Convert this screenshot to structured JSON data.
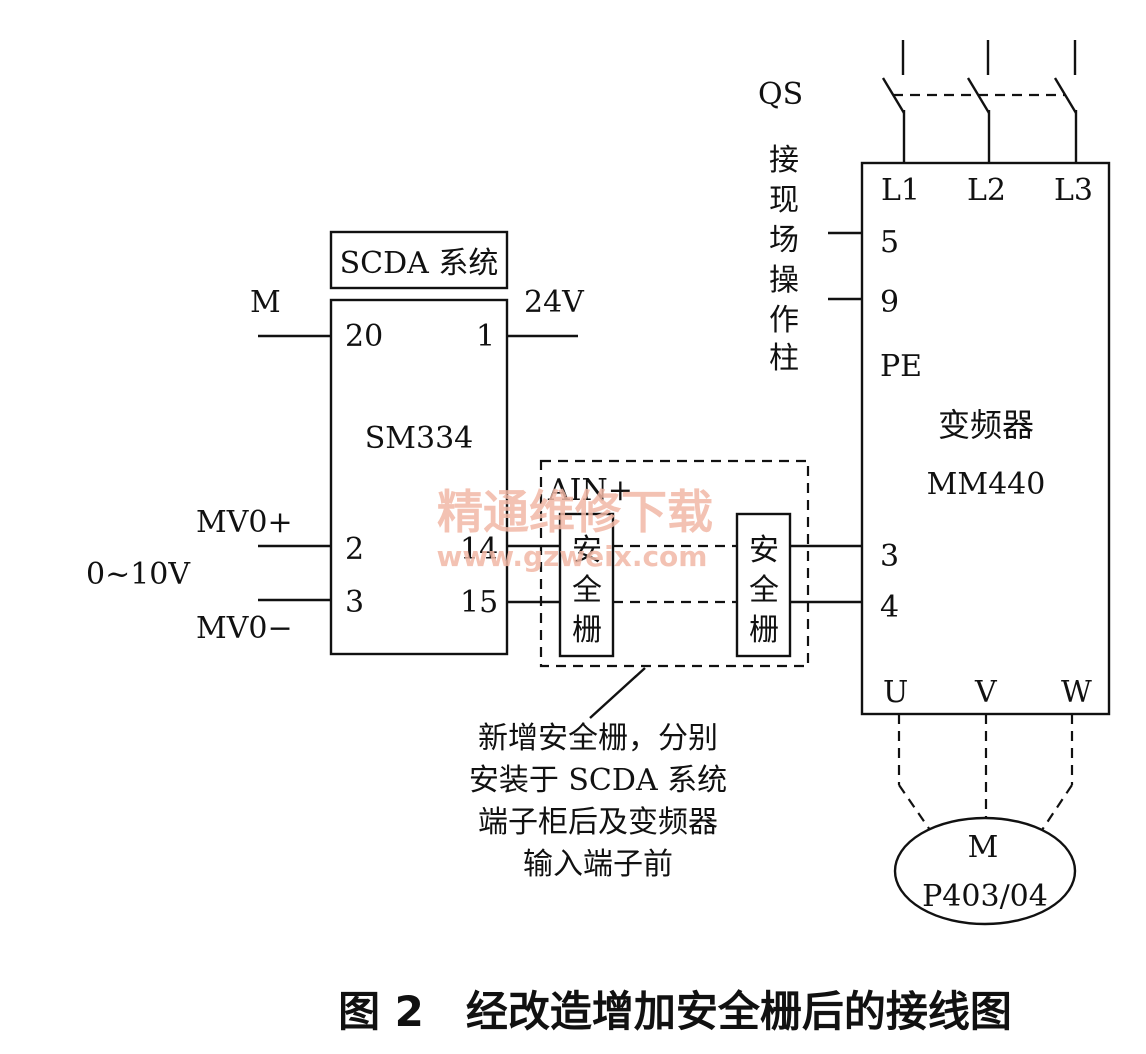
{
  "switch": {
    "label": "QS"
  },
  "site_column": {
    "chars": [
      "接",
      "现",
      "场",
      "操",
      "作",
      "柱"
    ]
  },
  "scada_box": {
    "label": "SCDA 系统"
  },
  "sm334": {
    "name": "SM334",
    "pin_20": "20",
    "pin_1": "1",
    "pin_2": "2",
    "pin_3": "3",
    "pin_14": "14",
    "pin_15": "15"
  },
  "signals": {
    "m": "M",
    "v24": "24V",
    "mv0_plus": "MV0+",
    "mv0_minus": "MV0−",
    "range": "0~10V",
    "ain": "AIN+"
  },
  "barrier": {
    "chars": [
      "安",
      "全",
      "栅"
    ]
  },
  "inverter": {
    "title": "变频器",
    "model": "MM440",
    "L1": "L1",
    "L2": "L2",
    "L3": "L3",
    "pin_5": "5",
    "pin_9": "9",
    "pe": "PE",
    "pin_3": "3",
    "pin_4": "4",
    "U": "U",
    "V": "V",
    "W": "W"
  },
  "motor": {
    "label": "M",
    "model": "P403/04"
  },
  "note": {
    "lines": [
      "新增安全栅，分别",
      "安装于 SCDA 系统",
      "端子柜后及变频器",
      "输入端子前"
    ]
  },
  "watermark": {
    "cn": "精通维修下载",
    "url": "www.gzweix.com"
  },
  "caption": {
    "text": "图 2　经改造增加安全栅后的接线图"
  }
}
